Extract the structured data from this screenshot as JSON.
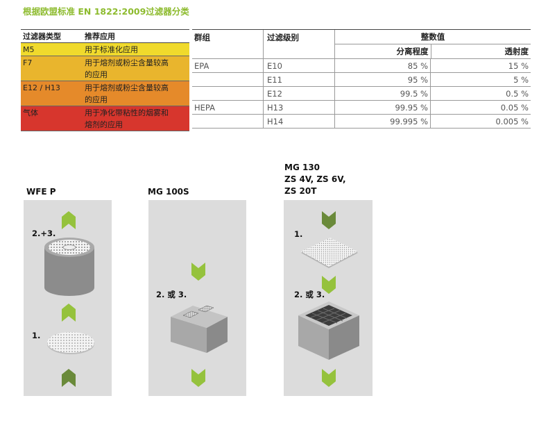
{
  "page": {
    "title": "根据欧盟标准 EN 1822:2009过滤器分类"
  },
  "filter_types_table": {
    "headers": [
      "过滤器类型",
      "推荐应用"
    ],
    "rows": [
      {
        "type": "M5",
        "application_lines": [
          "用于标准化应用"
        ],
        "color": "#f0da2c"
      },
      {
        "type": "F7",
        "application_lines": [
          "用于熔剂或粉尘含量较高",
          "的应用"
        ],
        "color": "#e9b52d"
      },
      {
        "type": "E12 / H13",
        "application_lines": [
          "用于熔剂或粉尘含量较高",
          "的应用"
        ],
        "color": "#e58a2a"
      },
      {
        "type": "气体",
        "application_lines": [
          "用于净化带粘性的烟雾和",
          "熔剂的应用"
        ],
        "color": "#d7362d"
      }
    ]
  },
  "classification_table": {
    "headers": {
      "group": "群组",
      "filter_class": "过滤级别",
      "values": "整数值",
      "separation": "分离程度",
      "transmission": "透射度"
    },
    "rows": [
      {
        "group": "EPA",
        "class": "E10",
        "separation": "85 %",
        "transmission": "15 %"
      },
      {
        "group": "",
        "class": "E11",
        "separation": "95 %",
        "transmission": "5 %"
      },
      {
        "group": "",
        "class": "E12",
        "separation": "99.5 %",
        "transmission": "0.5 %"
      },
      {
        "group": "HEPA",
        "class": "H13",
        "separation": "99.95 %",
        "transmission": "0.05 %"
      },
      {
        "group": "",
        "class": "H14",
        "separation": "99.995 %",
        "transmission": "0.005 %"
      }
    ]
  },
  "diagrams": {
    "wfe": {
      "label": "WFE P",
      "step_upper": "2.+3.",
      "step_lower": "1."
    },
    "mg100": {
      "label": "MG 100S",
      "step": "2. 或 3."
    },
    "mg130": {
      "label_lines": [
        "MG 130",
        "ZS 4V, ZS 6V,",
        "ZS 20T"
      ],
      "step_upper": "1.",
      "step_lower": "2. 或 3."
    }
  },
  "colors": {
    "accent_green": "#8dbb2e",
    "arrow_light": "#95c23d",
    "arrow_dark": "#6a8a3a",
    "panel_bg": "#dcdcdc"
  }
}
